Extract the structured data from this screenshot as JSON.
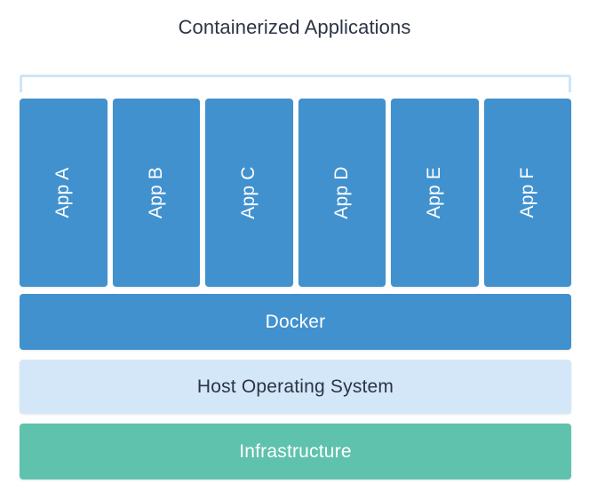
{
  "diagram": {
    "title": "Containerized Applications",
    "background_color": "#ffffff",
    "colors": {
      "title_text": "#2c3445",
      "bracket": "#cfe5f6",
      "app_box": "#4191cf",
      "docker": "#4191cf",
      "host_os": "#d3e7f8",
      "infrastructure": "#5fc2ac",
      "light_text": "#ffffff",
      "dark_text": "#2c3445"
    },
    "apps": [
      {
        "label": "App A"
      },
      {
        "label": "App B"
      },
      {
        "label": "App C"
      },
      {
        "label": "App D"
      },
      {
        "label": "App E"
      },
      {
        "label": "App F"
      }
    ],
    "layers": [
      {
        "label": "Docker"
      },
      {
        "label": "Host Operating System"
      },
      {
        "label": "Infrastructure"
      }
    ]
  }
}
